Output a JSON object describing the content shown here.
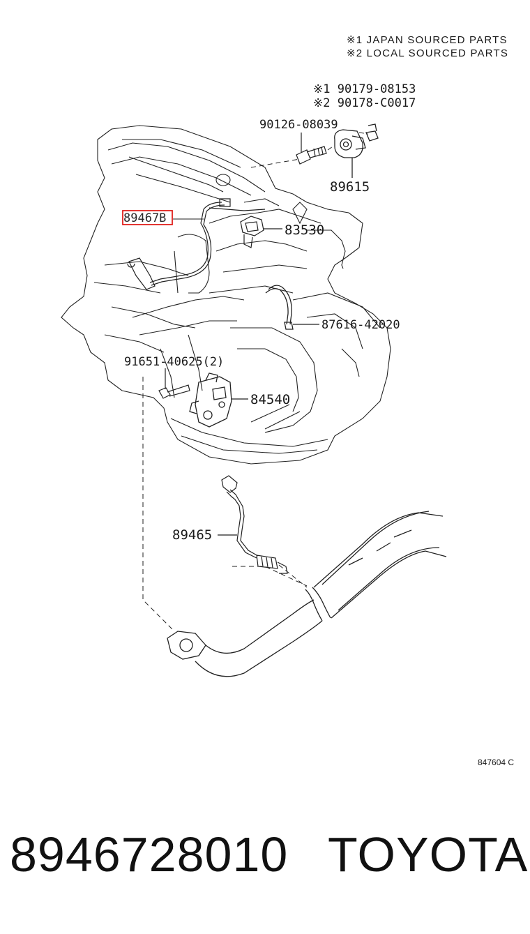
{
  "notes": {
    "line1": "※1 JAPAN SOURCED PARTS",
    "line2": "※2 LOCAL SOURCED PARTS"
  },
  "parts": {
    "p1": "※1 90179-08153",
    "p2": "※2 90178-C0017",
    "p3": "90126-08039",
    "p4": "89615",
    "p5": "89467B",
    "p6": "83530",
    "p7": "87616-42020",
    "p8": "91651-40625(2)",
    "p9": "84540",
    "p10": "89465"
  },
  "highlight_color": "#e0201c",
  "diagram_id": "847604 C",
  "footer": {
    "part_number": "8946728010",
    "brand": "TOYOTA"
  }
}
